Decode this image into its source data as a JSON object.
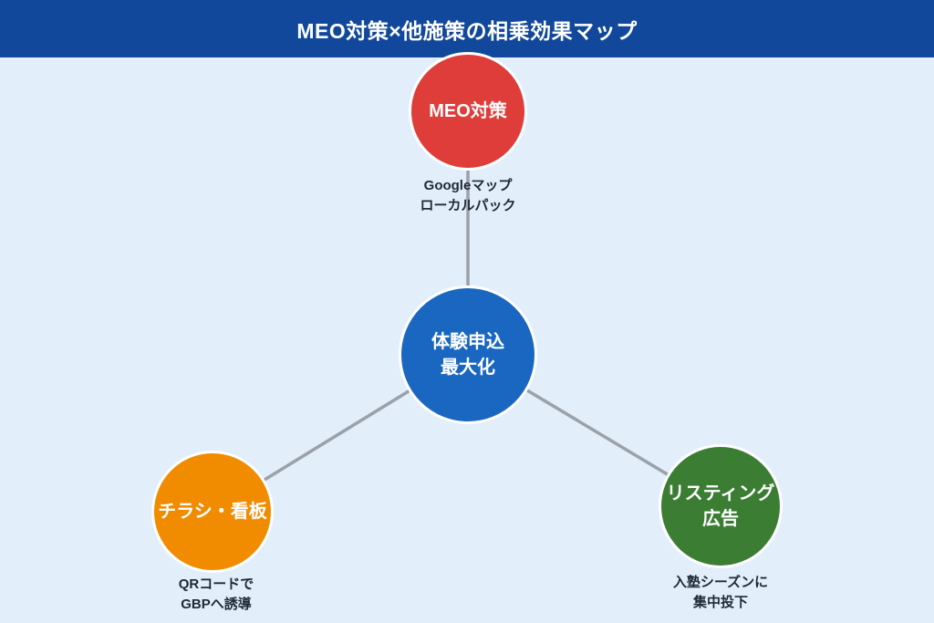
{
  "header": {
    "title": "MEO対策×他施策の相乗効果マップ",
    "bg_color": "#11489b",
    "text_color": "#ffffff"
  },
  "canvas": {
    "bg_color": "#e2eefa",
    "connector_color": "#9aa1a8"
  },
  "diagram": {
    "center": {
      "label_line1": "体験申込",
      "label_line2": "最大化",
      "color": "#1a67c1"
    },
    "meo": {
      "label_line1": "MEO対策",
      "color": "#df3d39",
      "note_line1": "Googleマップ",
      "note_line2": "ローカルパック"
    },
    "flyer": {
      "label_line1": "チラシ・看板",
      "color": "#f18b00",
      "note_line1": "QRコードで",
      "note_line2": "GBPへ誘導"
    },
    "listing": {
      "label_line1": "リスティング",
      "label_line2": "広告",
      "color": "#3a7d33",
      "note_line1": "入塾シーズンに",
      "note_line2": "集中投下"
    }
  }
}
